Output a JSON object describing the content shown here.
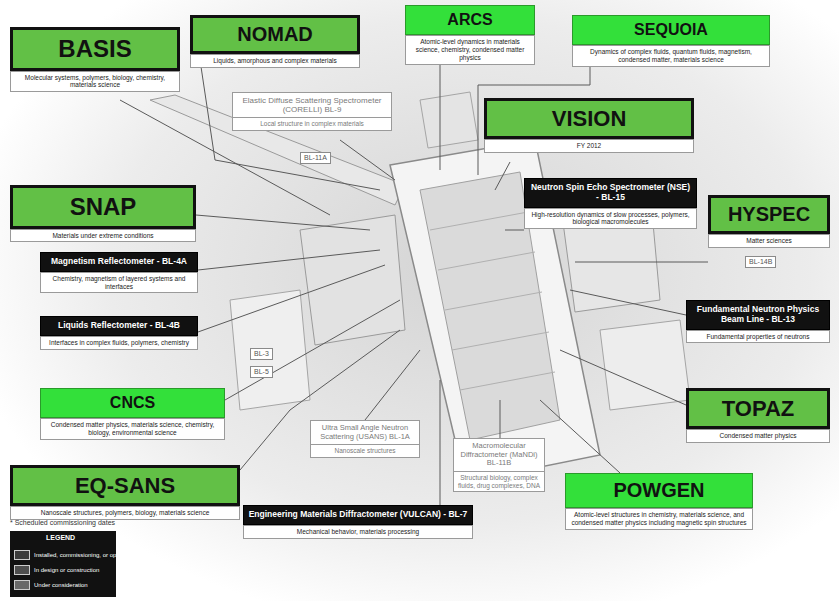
{
  "diagram": {
    "nodes": [
      {
        "text": [
          "BASIS",
          "Molecular systems, polymers, biology, chemistry, materials science"
        ]
      },
      {
        "text": [
          "NOMAD",
          "Liquids, amorphous and complex materials"
        ]
      },
      {
        "text": [
          "ARCS",
          "Atomic-level dynamics in materials science, chemistry, condensed matter physics"
        ]
      },
      {
        "text": [
          "SEQUOIA",
          "Dynamics of complex fluids, quantum fluids, magnetism, condensed matter, materials science"
        ]
      },
      {
        "text": [
          "Elastic Diffuse Scattering Spectrometer (CORELLI) BL-9",
          "Local structure in complex materials"
        ]
      },
      {
        "text": [
          "VISION",
          "FY 2012"
        ]
      },
      {
        "text": [
          "Neutron Spin Echo Spectrometer (NSE) - BL-15",
          "High-resolution dynamics of slow processes, polymers, biological macromolecules"
        ]
      },
      {
        "text": [
          "SNAP",
          "Materials under extreme conditions"
        ]
      },
      {
        "text": [
          "HYSPEC",
          "Matter sciences"
        ]
      },
      {
        "text": [
          "Magnetism Reflectometer - BL-4A",
          "Chemistry, magnetism of layered systems and interfaces"
        ]
      },
      {
        "text": [
          "Liquids Reflectometer - BL-4B",
          "Interfaces in complex fluids, polymers, chemistry"
        ]
      },
      {
        "text": [
          "Fundamental Neutron Physics Beam Line - BL-13",
          "Fundamental properties of neutrons"
        ]
      },
      {
        "text": [
          "CNCS",
          "Condensed matter physics, materials science, chemistry, biology, environmental science"
        ]
      },
      {
        "text": [
          "TOPAZ",
          "Condensed matter physics"
        ]
      },
      {
        "text": [
          "Ultra Small Angle Neutron Scattering (USANS) BL-1A",
          "Nanoscale structures"
        ]
      },
      {
        "text": [
          "Macromolecular Diffractometer (MaNDi) BL-11B",
          "Structural biology, complex fluids, drug complexes, DNA"
        ]
      },
      {
        "text": [
          "EQ-SANS",
          "Nanoscale structures, polymers, biology, materials science"
        ]
      },
      {
        "text": [
          "Engineering Materials Diffractometer (VULCAN) - BL-7",
          "Mechanical behavior, materials processing"
        ]
      },
      {
        "text": [
          "POWGEN",
          "Atomic-level structures in chemistry, materials science, and condensed matter physics including magnetic spin structures"
        ]
      }
    ],
    "labels": [
      "BL-11A",
      "BL-14B",
      "BL-3",
      "BL-5",
      "* Scheduled commissioning dates",
      "LEGEND"
    ],
    "legend": [
      {
        "text": "Installed, commissioning, or operating",
        "color": "#3a3a3a"
      },
      {
        "text": "In design or construction",
        "color": "#4e4e4e"
      },
      {
        "text": "Under consideration",
        "color": "#686868"
      }
    ]
  }
}
